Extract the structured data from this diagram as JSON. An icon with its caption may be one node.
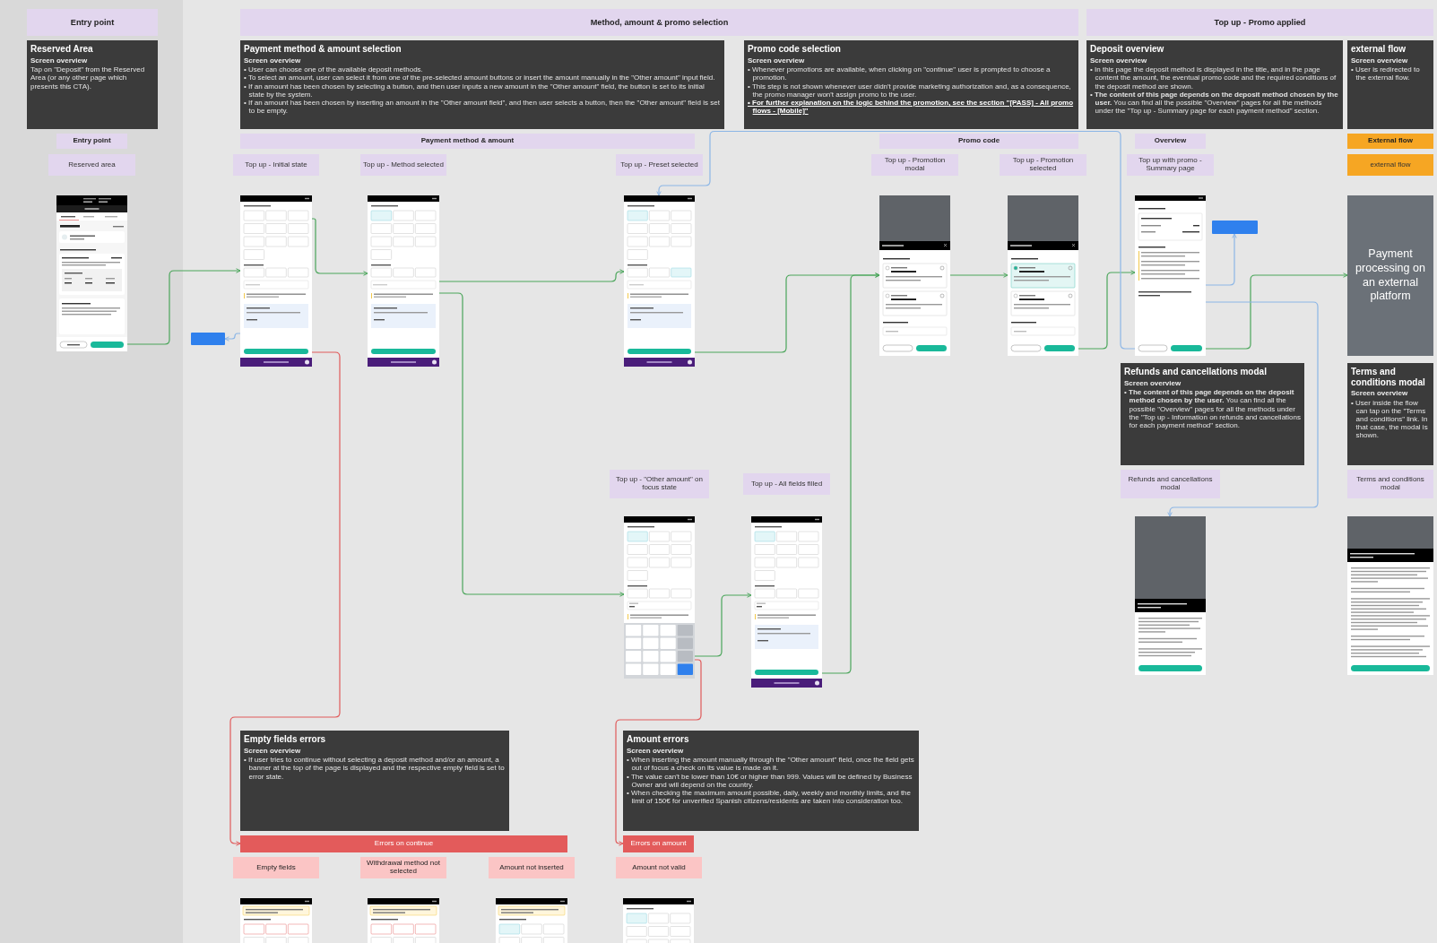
{
  "diagram": {
    "nodes": [
      {
        "text": [
          "Entry point"
        ]
      },
      {
        "text": [
          "Method, amount & promo selection"
        ]
      },
      {
        "text": [
          "Top up - Promo applied"
        ]
      },
      {
        "text": [
          "Reserved Area",
          "Screen overview",
          "Tap on \"Deposit\" from the Reserved Area (or any other page which presents this CTA)."
        ]
      },
      {
        "text": [
          "Payment method & amount selection",
          "Screen overview",
          "• User can choose one of the available deposit methods.",
          "• To select an amount, user can select it from one of the pre-selected amount buttons or insert the amount manually in the \"Other amount\" input field.",
          "• If an amount has been chosen by selecting a button, and then user inputs a new amount in the \"Other amount\" field, the button is set to its initial state by the system.",
          "• If an amount has been chosen by inserting an amount in the \"Other amount field\", and then user selects a button, then the \"Other amount\" field is set to be empty."
        ]
      },
      {
        "text": [
          "Promo code selection",
          "Screen overview",
          "• Whenever promotions are available, when clicking on \"continue\" user is prompted to choose a promotion.",
          "• This step is not shown whenever user didn't provide marketing authorization and, as a consequence, the promo manager won't assign promo to the user.",
          "• For further explanation on the logic behind the promotion, see the section \"[PASS] - All promo flows - [Mobile]\""
        ]
      },
      {
        "text": [
          "Deposit overview",
          "Screen overview",
          "• In this page the deposit method is displayed in the title, and in the page content the amount, the eventual promo code and the required conditions of the deposit method are shown.",
          "• **The content of this page depends on the deposit method chosen by the user.** You can find all the possible \"Overview\" pages for all the methods under the \"Top up - Summary page for each payment method\" section."
        ]
      },
      {
        "text": [
          "external flow",
          "Screen overview",
          "• User is redirected to the external flow."
        ]
      },
      {
        "text": [
          "Entry point"
        ]
      },
      {
        "text": [
          "Payment method & amount"
        ]
      },
      {
        "text": [
          "Promo code"
        ]
      },
      {
        "text": [
          "Overview"
        ]
      },
      {
        "text": [
          "External flow"
        ]
      },
      {
        "text": [
          "Reserved area"
        ]
      },
      {
        "text": [
          "Top up - Initial state"
        ]
      },
      {
        "text": [
          "Top up - Method selected"
        ]
      },
      {
        "text": [
          "Top up - Preset selected"
        ]
      },
      {
        "text": [
          "Top up - Promotion modal"
        ]
      },
      {
        "text": [
          "Top up - Promotion selected"
        ]
      },
      {
        "text": [
          "Top up with promo - Summary page"
        ]
      },
      {
        "text": [
          "external flow"
        ]
      },
      {
        "text": [],
        "shape": "picture"
      },
      {
        "text": [],
        "shape": "picture"
      },
      {
        "text": [],
        "shape": "picture"
      },
      {
        "text": [],
        "shape": "picture"
      },
      {
        "text": [],
        "shape": "picture"
      },
      {
        "text": [],
        "shape": "picture"
      },
      {
        "text": [],
        "shape": "picture"
      },
      {
        "text": [
          "Payment processing on an external platform"
        ]
      },
      {
        "text": [],
        "shape": "box"
      },
      {
        "text": [],
        "shape": "box"
      },
      {
        "text": [
          "Top up - \"Other amount\" on focus state"
        ]
      },
      {
        "text": [
          "Top up - All fields filled"
        ]
      },
      {
        "text": [],
        "shape": "picture"
      },
      {
        "text": [],
        "shape": "picture"
      },
      {
        "text": [
          "Refunds and cancellations modal",
          "Screen overview",
          "• **The content of this page depends on the deposit method chosen by the user.** You can find all the possible \"Overview\" pages for all the methods under the \"Top up - Information on refunds and cancellations for each payment method\" section."
        ]
      },
      {
        "text": [
          "Terms and conditions modal",
          "Screen overview",
          "• User inside the flow can tap on the \"Terms and conditions\" link. In that case, the modal is shown."
        ]
      },
      {
        "text": [
          "Refunds and cancellations modal"
        ]
      },
      {
        "text": [
          "Terms and conditions modal"
        ]
      },
      {
        "text": [],
        "shape": "picture"
      },
      {
        "text": [],
        "shape": "picture"
      },
      {
        "text": [
          "Empty fields errors",
          "Screen overview",
          "• If user tries to continue without selecting a deposit method and/or an amount, a banner at the top of the page is displayed and the respective empty field is set to error state."
        ]
      },
      {
        "text": [
          "Amount errors",
          "Screen overview",
          "• When inserting the amount manually through the \"Other amount\" field, once the field gets out of focus a check on its value is made on it.",
          "• The value can't be lower than 10€ or higher than 999. Values will be defined by Business Owner and will depend on the country.",
          "• When checking the maximum amount possible, daily, weekly and monthly limits, and the limit of 150€ for unverified Spanish citizens/residents are taken into consideration too."
        ]
      },
      {
        "text": [
          "Errors on continue"
        ]
      },
      {
        "text": [
          "Errors on amount"
        ]
      },
      {
        "text": [
          "Empty fields"
        ]
      },
      {
        "text": [
          "Withdrawal method not selected"
        ]
      },
      {
        "text": [
          "Amount not inserted"
        ]
      },
      {
        "text": [
          "Amount not valid"
        ]
      },
      {
        "text": [],
        "shape": "picture"
      },
      {
        "text": [],
        "shape": "picture"
      },
      {
        "text": [],
        "shape": "picture"
      },
      {
        "text": [],
        "shape": "picture"
      }
    ],
    "edges": [
      {
        "from": 21,
        "to": 22,
        "arrow": "to"
      },
      {
        "from": 22,
        "to": 23,
        "arrow": "to"
      },
      {
        "from": 23,
        "to": 24,
        "arrow": "to"
      },
      {
        "from": 23,
        "to": 33,
        "arrow": "to"
      },
      {
        "from": 24,
        "to": 25,
        "arrow": "to"
      },
      {
        "from": 25,
        "to": 26,
        "arrow": "to"
      },
      {
        "from": 26,
        "to": 27,
        "arrow": "to"
      },
      {
        "from": 27,
        "to": 28,
        "arrow": "to"
      },
      {
        "from": 33,
        "to": 34,
        "arrow": "to"
      },
      {
        "from": 34,
        "to": 25,
        "arrow": "to"
      },
      {
        "from": 22,
        "to": 43,
        "arrow": "to",
        "color": "#e05a5a"
      },
      {
        "from": 33,
        "to": 44,
        "arrow": "to",
        "color": "#e05a5a"
      },
      {
        "from": 27,
        "to": 24,
        "arrow": "to",
        "color": "#8cb6e6"
      },
      {
        "from": 22,
        "to": 29,
        "arrow": "to",
        "color": "#8cb6e6"
      },
      {
        "from": 27,
        "to": 30,
        "arrow": "to",
        "color": "#8cb6e6"
      },
      {
        "from": 27,
        "to": 39,
        "arrow": "to",
        "color": "#8cb6e6"
      }
    ]
  }
}
